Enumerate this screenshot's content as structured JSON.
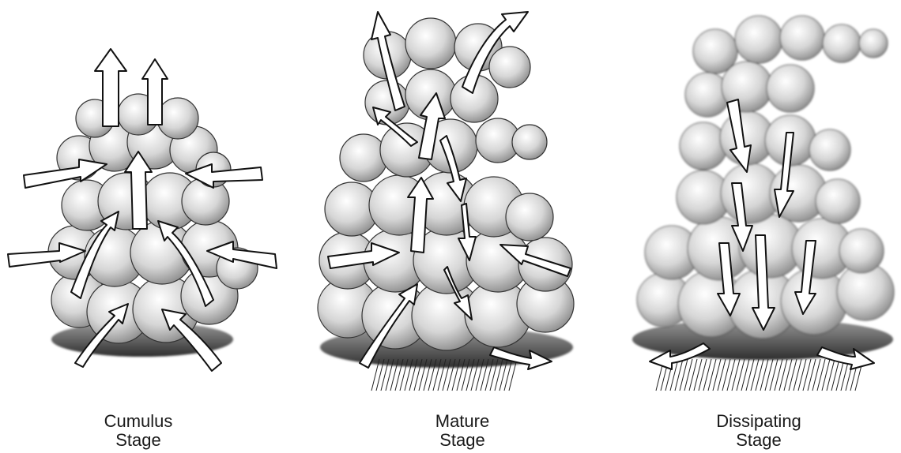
{
  "stages": [
    {
      "line1": "Cumulus",
      "line2": "Stage"
    },
    {
      "line1": "Mature",
      "line2": "Stage"
    },
    {
      "line1": "Dissipating",
      "line2": "Stage"
    }
  ],
  "colors": {
    "cloud_light": "#f4f4f4",
    "cloud_mid": "#bdbdbd",
    "cloud_dark": "#3a3a3a",
    "outline": "#222222",
    "arrow_fill": "#ffffff"
  },
  "icons": [
    "updraft-arrow-icon",
    "downdraft-arrow-icon",
    "inflow-arrow-icon",
    "rain-streaks-icon"
  ]
}
